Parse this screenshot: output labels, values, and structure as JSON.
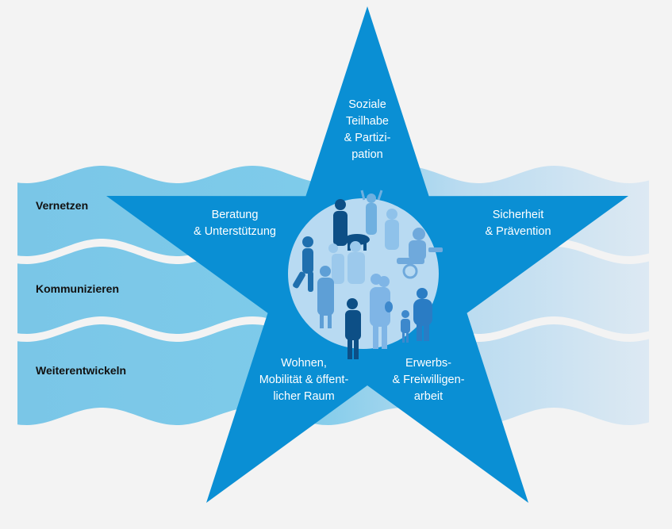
{
  "waves": {
    "labels": [
      "Vernetzen",
      "Kommunizieren",
      "Weiterentwickeln"
    ]
  },
  "star": {
    "top": "Soziale\nTeilhabe\n& Partizi-\npation",
    "left": "Beratung\n& Unterstützung",
    "right": "Sicherheit\n& Prävention",
    "bottom_left": "Wohnen,\nMobilität & öffent-\nlicher Raum",
    "bottom_right": "Erwerbs-\n& Freiwilligen-\narbeit"
  },
  "colors": {
    "star": "#0a8fd4",
    "wave_left": "#7ac6e7",
    "wave_right": "#dbe8f3",
    "circle": "#b8daf2",
    "background": "#f3f3f3"
  }
}
